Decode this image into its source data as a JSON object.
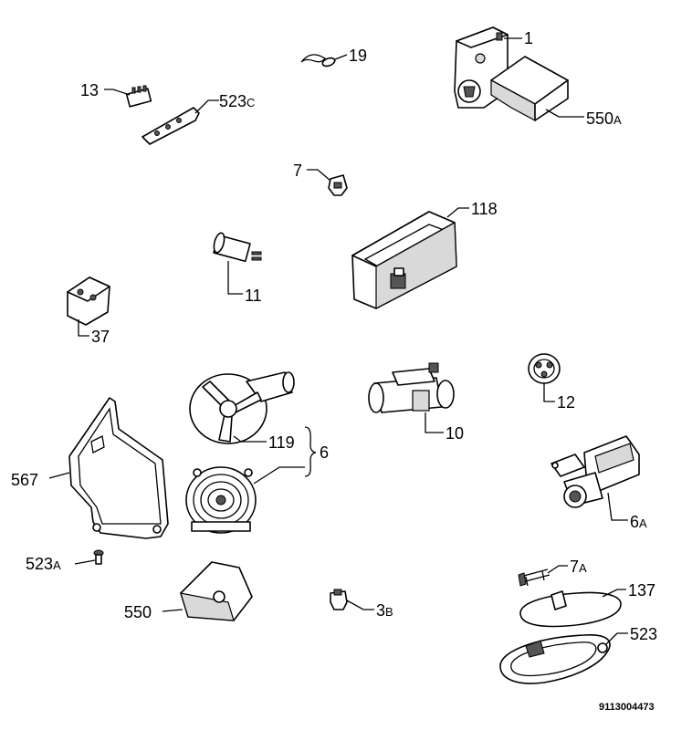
{
  "labels": {
    "p1": "1",
    "p19": "19",
    "p13": "13",
    "p523c_num": "523",
    "p523c_suf": "C",
    "p550a_num": "550",
    "p550a_suf": "A",
    "p7": "7",
    "p118": "118",
    "p11": "11",
    "p37": "37",
    "p119": "119",
    "p6": "6",
    "p10": "10",
    "p12": "12",
    "p567": "567",
    "p6a_num": "6",
    "p6a_suf": "A",
    "p523a_num": "523",
    "p523a_suf": "A",
    "p7a_num": "7",
    "p7a_suf": "A",
    "p137": "137",
    "p550": "550",
    "p3b_num": "3",
    "p3b_suf": "B",
    "p523": "523"
  },
  "diagram_code": "9113004473"
}
